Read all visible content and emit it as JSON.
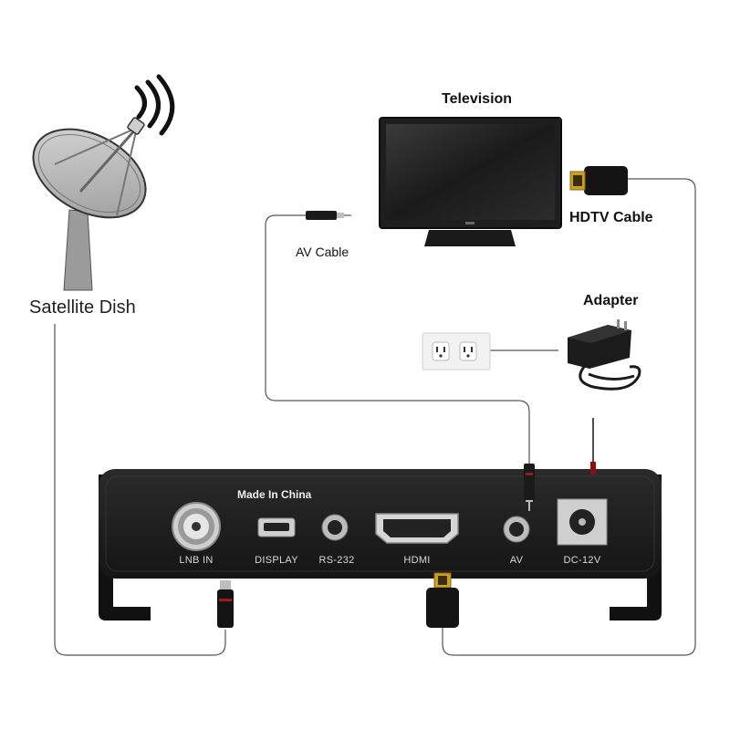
{
  "labels": {
    "satellite_dish": "Satellite Dish",
    "television": "Television",
    "hdtv_cable": "HDTV Cable",
    "av_cable": "AV Cable",
    "adapter": "Adapter"
  },
  "device": {
    "made_in": "Made In China",
    "ports": {
      "lnb_in": "LNB IN",
      "display": "DISPLAY",
      "rs232": "RS-232",
      "hdmi": "HDMI",
      "av": "AV",
      "dc": "DC-12V"
    }
  },
  "colors": {
    "device_body": "#1c1c1c",
    "cable": "#555555",
    "wall_outlet": "#f2f2f2",
    "hdmi_tip": "#d4a017"
  }
}
